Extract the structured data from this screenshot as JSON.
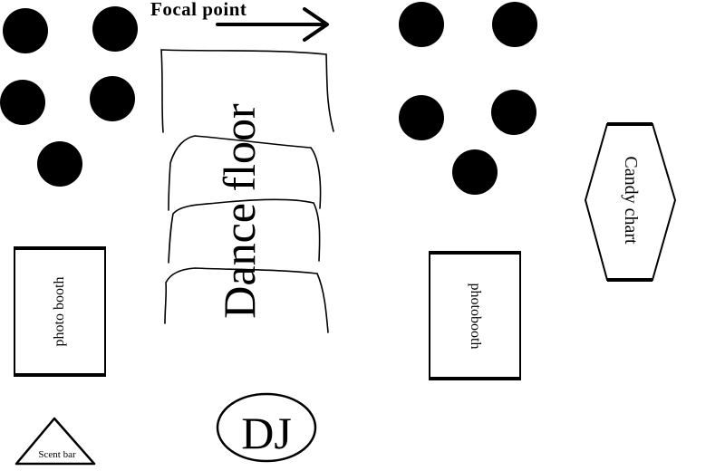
{
  "labels": {
    "focal_point": "Focal point",
    "dance_floor": "Dance floor",
    "photo_booth_left": "photo booth",
    "photo_booth_right": "photobooth",
    "candy_chart": "Candy chart",
    "dj": "DJ",
    "scent_bar": "Scent bar"
  },
  "icons": {
    "focal_arrow": "arrow-right-icon",
    "table": "filled-circle"
  },
  "colors": {
    "ink": "#000000",
    "background": "#ffffff"
  }
}
